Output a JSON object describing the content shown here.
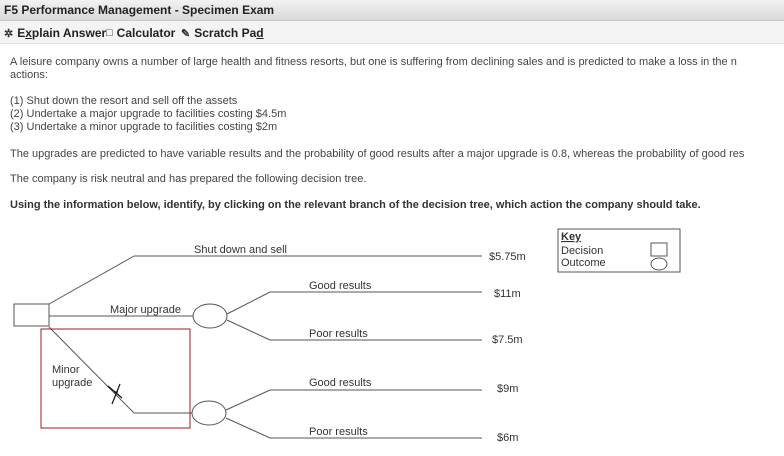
{
  "window": {
    "title": "F5 Performance Management - Specimen Exam"
  },
  "toolbar": {
    "explain_pre": "E",
    "explain_u": "x",
    "explain_post": "plain Answer",
    "calculator": "Calculator",
    "scratch_pre": "Scratch Pa",
    "scratch_u": "d"
  },
  "question": {
    "line1": "A leisure company owns a number of large health and fitness resorts, but one is suffering from declining sales and is predicted to make a loss in the n",
    "line2": "actions:",
    "option1": "(1) Shut down the resort and sell off the assets",
    "option2": "(2) Undertake a major upgrade to facilities costing $4.5m",
    "option3": "(3) Undertake a minor upgrade to facilities costing $2m",
    "upgrades": "The upgrades are predicted to have variable results and the probability of good results after a major upgrade is 0.8, whereas the probability of good res",
    "neutral": "The company is risk neutral and has prepared the following decision tree.",
    "instruction": "Using the information below, identify, by clicking on the relevant branch of the decision tree, which action the company should take."
  },
  "key": {
    "title": "Key",
    "decision": "Decision",
    "outcome": "Outcome"
  },
  "tree": {
    "shut_down": "Shut down and sell",
    "shut_value": "$5.75m",
    "major": "Major upgrade",
    "minor_line1": "Minor",
    "minor_line2": "upgrade",
    "major_good": "Good results",
    "major_good_value": "$11m",
    "major_poor": "Poor results",
    "major_poor_value": "$7.5m",
    "minor_good": "Good results",
    "minor_good_value": "$9m",
    "minor_poor": "Poor results",
    "minor_poor_value": "$6m"
  },
  "colors": {
    "selection_box": "#9b1c1c",
    "line": "#555555"
  }
}
